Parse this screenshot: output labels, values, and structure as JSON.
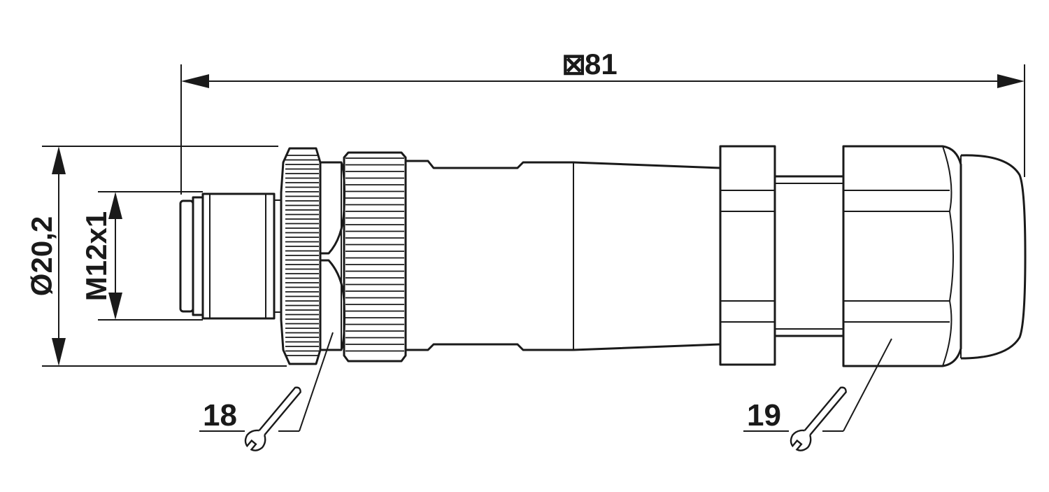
{
  "dimensions": {
    "overall_length_symbol": "⊠",
    "overall_length": "81",
    "outer_diameter": "Ø20,2",
    "thread": "M12x1"
  },
  "wrench_callouts": [
    {
      "size": "18"
    },
    {
      "size": "19"
    }
  ],
  "colors": {
    "line": "#1a1a1a",
    "background": "#ffffff"
  }
}
